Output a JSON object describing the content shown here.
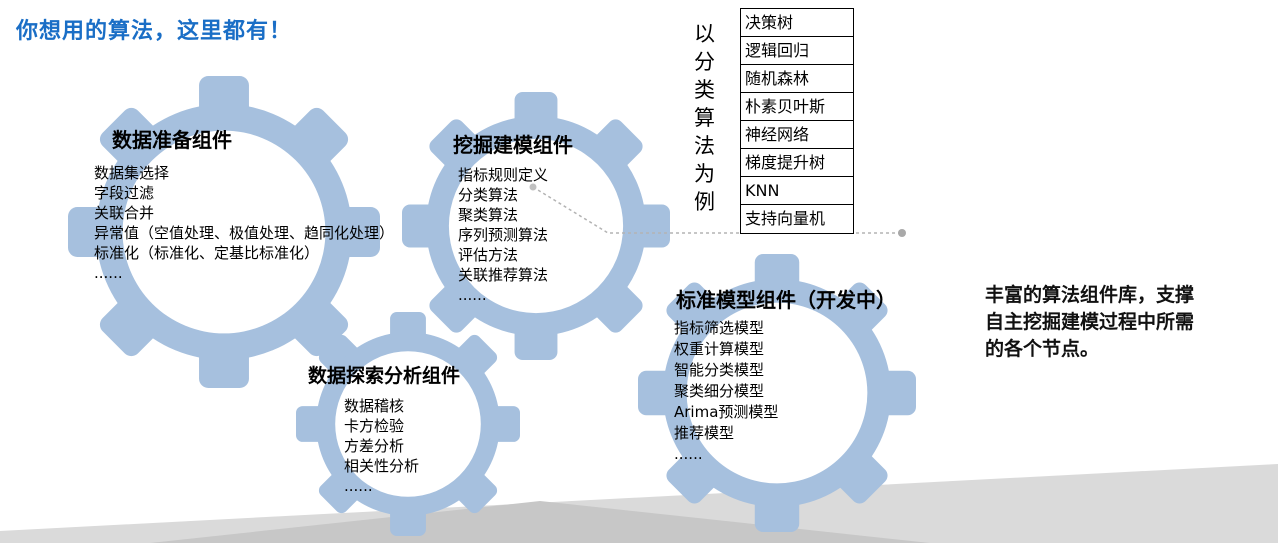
{
  "title": "你想用的算法，这里都有！",
  "components": [
    {
      "heading": "数据准备组件",
      "items": [
        "数据集选择",
        "字段过滤",
        "关联合并",
        "异常值（空值处理、极值处理、趋同化处理）",
        "标准化（标准化、定基比标准化）",
        "......"
      ]
    },
    {
      "heading": "挖掘建模组件",
      "items": [
        "指标规则定义",
        "分类算法",
        "聚类算法",
        "序列预测算法",
        "评估方法",
        "关联推荐算法",
        "......"
      ]
    },
    {
      "heading": "数据探索分析组件",
      "items": [
        "数据稽核",
        "卡方检验",
        "方差分析",
        "相关性分析",
        "......"
      ]
    },
    {
      "heading": "标准模型组件（开发中）",
      "items": [
        "指标筛选模型",
        "权重计算模型",
        "智能分类模型",
        "聚类细分模型",
        "Arima预测模型",
        "推荐模型",
        "......"
      ]
    }
  ],
  "classification_example": {
    "vertical_label": "以分类算法为例",
    "algorithms": [
      "决策树",
      "逻辑回归",
      "随机森林",
      "朴素贝叶斯",
      "神经网络",
      "梯度提升树",
      "KNN",
      "支持向量机"
    ]
  },
  "note": "丰富的算法组件库，支撑自主挖掘建模过程中所需的各个节点。",
  "colors": {
    "title_blue": "#1a6ec6",
    "gear_blue": "#a6c0de",
    "connector_gray": "#b3b3b3",
    "swoosh_light": "#dadada",
    "swoosh_dark": "#c7c7c7"
  }
}
